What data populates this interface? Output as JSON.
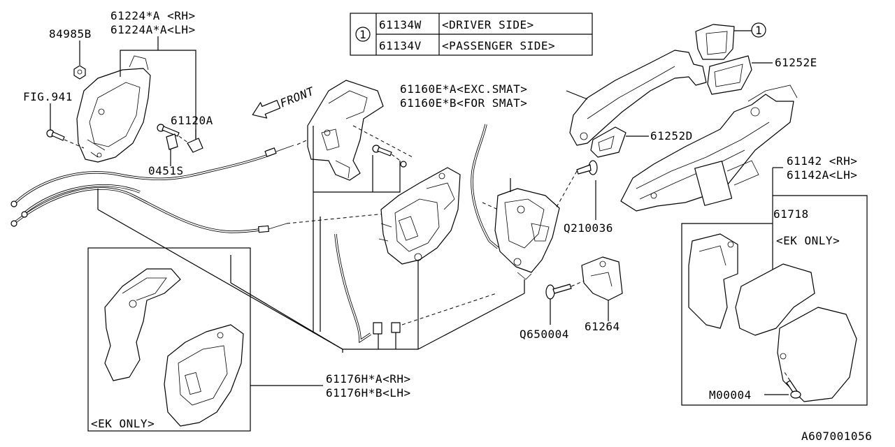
{
  "labels": {
    "l84985b": "84985B",
    "l61224a_rh": "61224*A <RH>",
    "l61224aa_lh": "61224A*A<LH>",
    "lfig941": "FIG.941",
    "l61120a": "61120A",
    "l0451s": "0451S",
    "lfront": "FRONT",
    "l61160ea": "61160E*A<EXC.SMAT>",
    "l61160eb": "61160E*B<FOR SMAT>",
    "l61252e": "61252E",
    "l61252d": "61252D",
    "l61142_rh": "61142 <RH>",
    "l61142a_lh": "61142A<LH>",
    "l61718": "61718",
    "lek1": "<EK ONLY>",
    "lek2": "<EK ONLY>",
    "lq210036": "Q210036",
    "lq650004": "Q650004",
    "l61264": "61264",
    "l61176ha": "61176H*A<RH>",
    "l61176hb": "61176H*B<LH>",
    "lm00004": "M00004",
    "lcircle1": "1",
    "ref": "A607001056"
  },
  "table": {
    "marker": "1",
    "rows": [
      {
        "part": "61134W",
        "desc": "<DRIVER SIDE>"
      },
      {
        "part": "61134V",
        "desc": "<PASSENGER SIDE>"
      }
    ]
  }
}
